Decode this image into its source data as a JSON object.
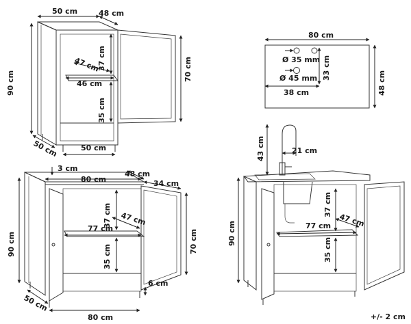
{
  "tolerance_note": "+/- 2 cm",
  "small_cabinet": {
    "width_top": "50 cm",
    "depth_top": "48 cm",
    "height_side": "90 cm",
    "upper_compartment": "37 cm",
    "shelf_depth": "47 cm",
    "shelf_width": "46 cm",
    "lower_compartment": "35 cm",
    "door_height": "70 cm",
    "depth_bottom": "50 cm",
    "width_bottom": "50 cm"
  },
  "sink_top": {
    "width": "80 cm",
    "depth": "48 cm",
    "hole_1": "Ø 35 mm",
    "hole_2": "Ø 45 mm",
    "basin_depth": "33 cm",
    "basin_width": "38 cm"
  },
  "double_cabinet": {
    "top_thickness": "3 cm",
    "top_depth": "48 cm",
    "top_width": "80 cm",
    "door_width": "34 cm",
    "height_side": "90 cm",
    "upper_compartment": "37 cm",
    "shelf_depth": "47 cm",
    "shelf_width": "77 cm",
    "lower_compartment": "35 cm",
    "door_height": "70 cm",
    "leg_height": "6 cm",
    "depth_bottom": "50 cm",
    "width_bottom": "80 cm"
  },
  "sink_cabinet": {
    "faucet_height": "43 cm",
    "spout_reach": "21 cm",
    "height_side": "90 cm",
    "upper_compartment": "37 cm",
    "shelf_depth": "47 cm",
    "shelf_width": "77 cm",
    "lower_compartment": "35 cm"
  }
}
